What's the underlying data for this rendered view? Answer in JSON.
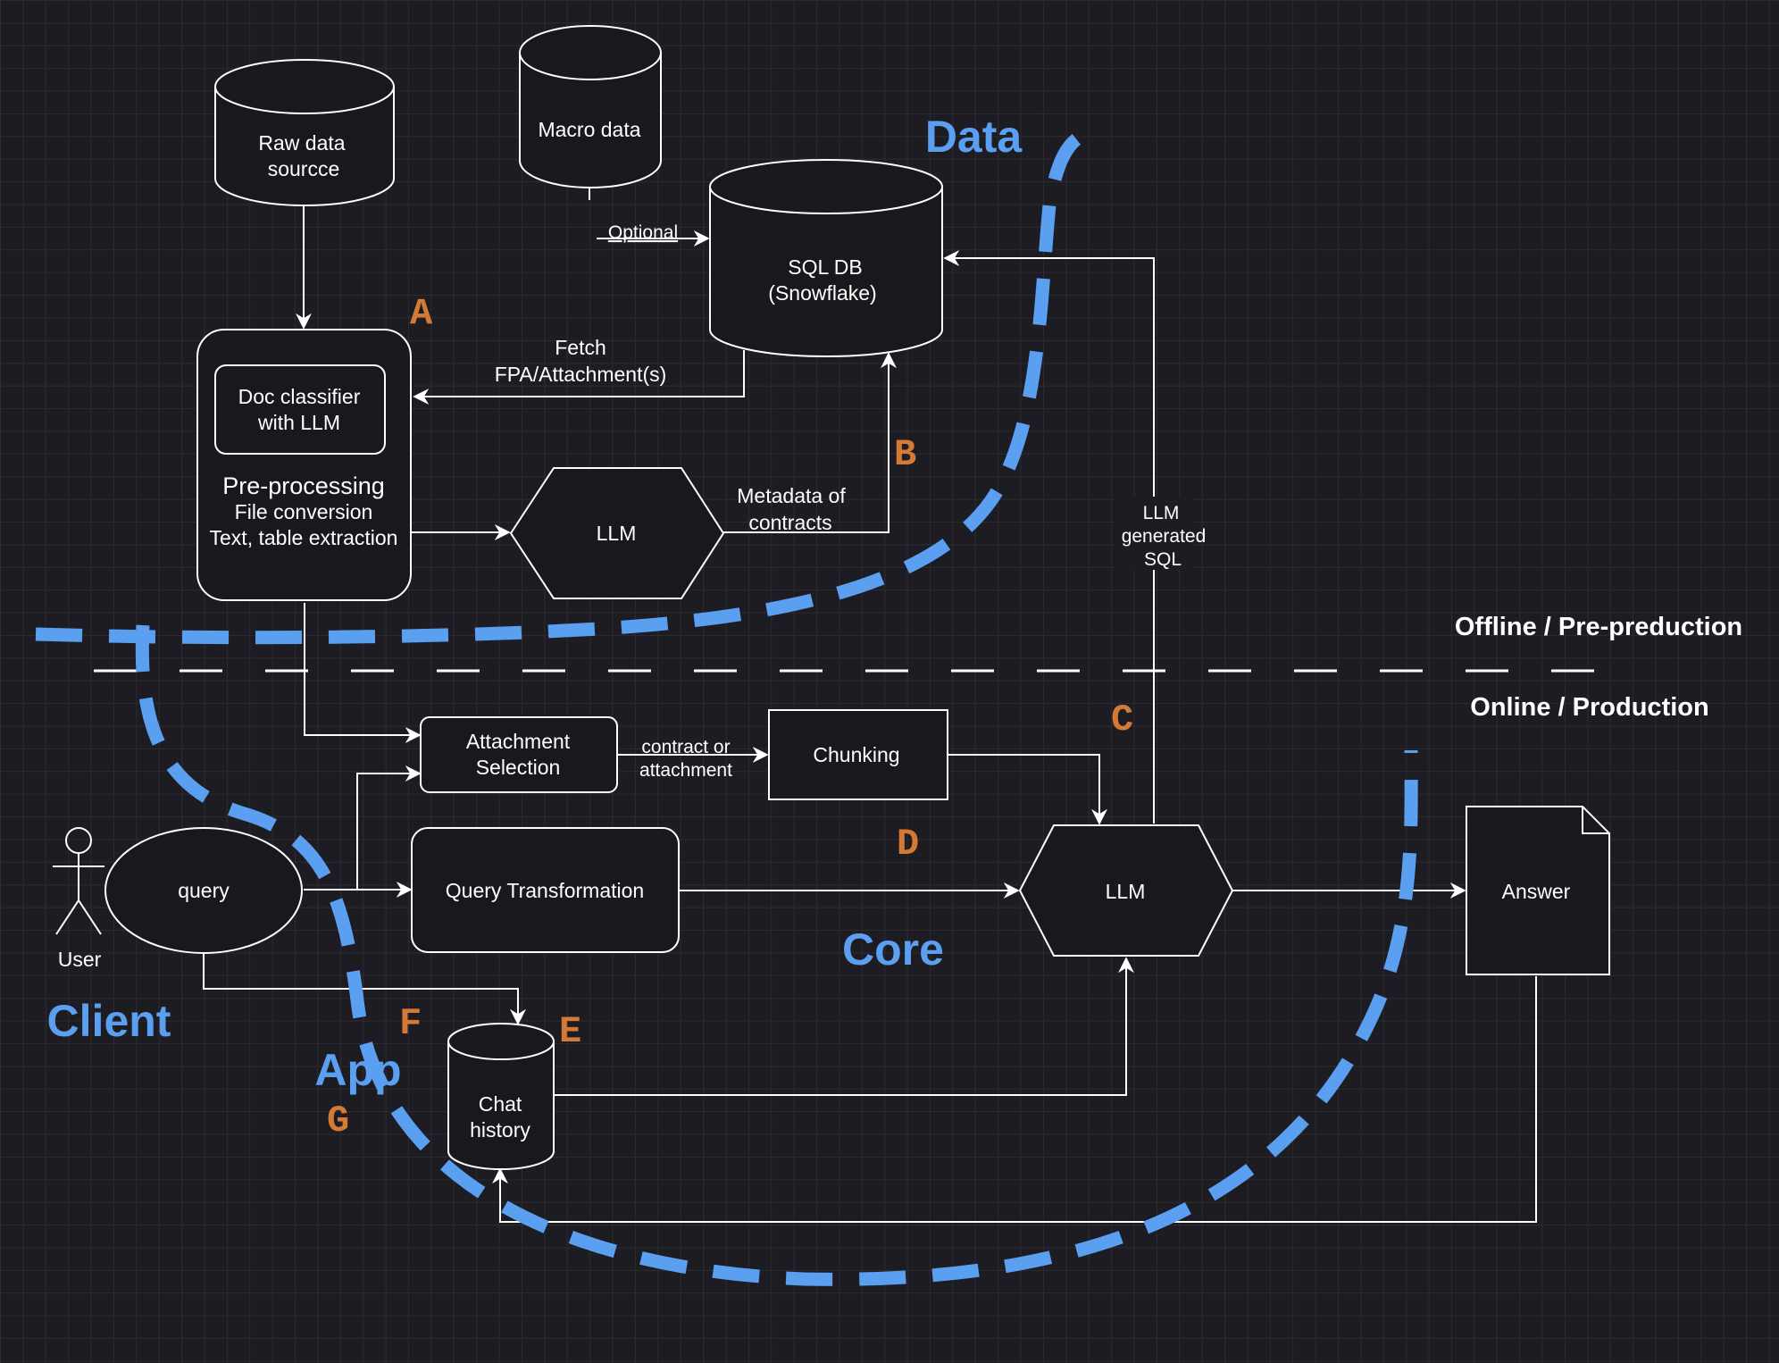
{
  "nodes": {
    "raw_data_source": [
      "Raw data",
      "sourcce"
    ],
    "macro_data": [
      "Macro data"
    ],
    "sql_db": [
      "SQL DB",
      "(Snowflake)"
    ],
    "doc_classifier": [
      "Doc classifier",
      "with LLM"
    ],
    "preprocessing_title": "Pre-processing",
    "preprocessing_lines": [
      "File conversion",
      "Text, table extraction"
    ],
    "llm_top": "LLM",
    "attachment_selection": [
      "Attachment",
      "Selection"
    ],
    "chunking": "Chunking",
    "query": "query",
    "user": "User",
    "query_transformation": "Query Transformation",
    "llm_main": "LLM",
    "answer": "Answer",
    "chat_history": [
      "Chat",
      "history"
    ]
  },
  "edge_labels": {
    "optional": "Optional",
    "fetch": [
      "Fetch",
      "FPA/Attachment(s)"
    ],
    "metadata": [
      "Metadata of",
      "contracts"
    ],
    "llm_sql": [
      "LLM",
      "generated",
      "SQL"
    ],
    "contract_attachment": [
      "contract or",
      "attachment"
    ]
  },
  "zones": {
    "data": "Data",
    "core": "Core",
    "client": "Client",
    "app": "App"
  },
  "markers": [
    "A",
    "B",
    "C",
    "D",
    "E",
    "F",
    "G"
  ],
  "boundary": {
    "offline": "Offline / Pre-preduction",
    "online": "Online / Production"
  },
  "colors": {
    "background": "#1d1c22",
    "zone_blue": "#5b9ff0",
    "marker_orange": "#d37a36",
    "line_white": "#ffffff"
  }
}
